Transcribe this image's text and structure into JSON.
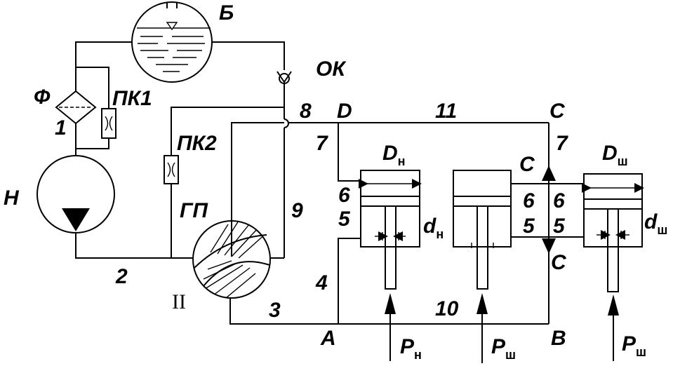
{
  "labels": {
    "tank": "Б",
    "check_valve": "ОК",
    "filter": "Ф",
    "relief_valve_1": "ПК1",
    "relief_valve_2": "ПК2",
    "pump": "Н",
    "distributor": "ГП",
    "distributor_pos": "II",
    "node_A": "A",
    "node_B": "B",
    "node_C_top": "C",
    "node_C_mid": "C",
    "node_C_low": "C",
    "node_D": "D",
    "line_1": "1",
    "line_2": "2",
    "line_3": "3",
    "line_4": "4",
    "line_5_left": "5",
    "line_5_mid": "5",
    "line_5_right": "5",
    "line_6_left": "6",
    "line_6_mid": "6",
    "line_6_right": "6",
    "line_7_left": "7",
    "line_7_right": "7",
    "line_8": "8",
    "line_9": "9",
    "line_10": "10",
    "line_11": "11",
    "D_n_main": "D",
    "D_n_sub": "н",
    "d_n_main": "d",
    "d_n_sub": "н",
    "D_sh_main": "D",
    "D_sh_sub": "ш",
    "d_sh_main": "d",
    "d_sh_sub": "ш",
    "P_n_main": "P",
    "P_n_sub": "н",
    "P_sh1_main": "P",
    "P_sh1_sub": "ш",
    "P_sh2_main": "P",
    "P_sh2_sub": "ш"
  }
}
